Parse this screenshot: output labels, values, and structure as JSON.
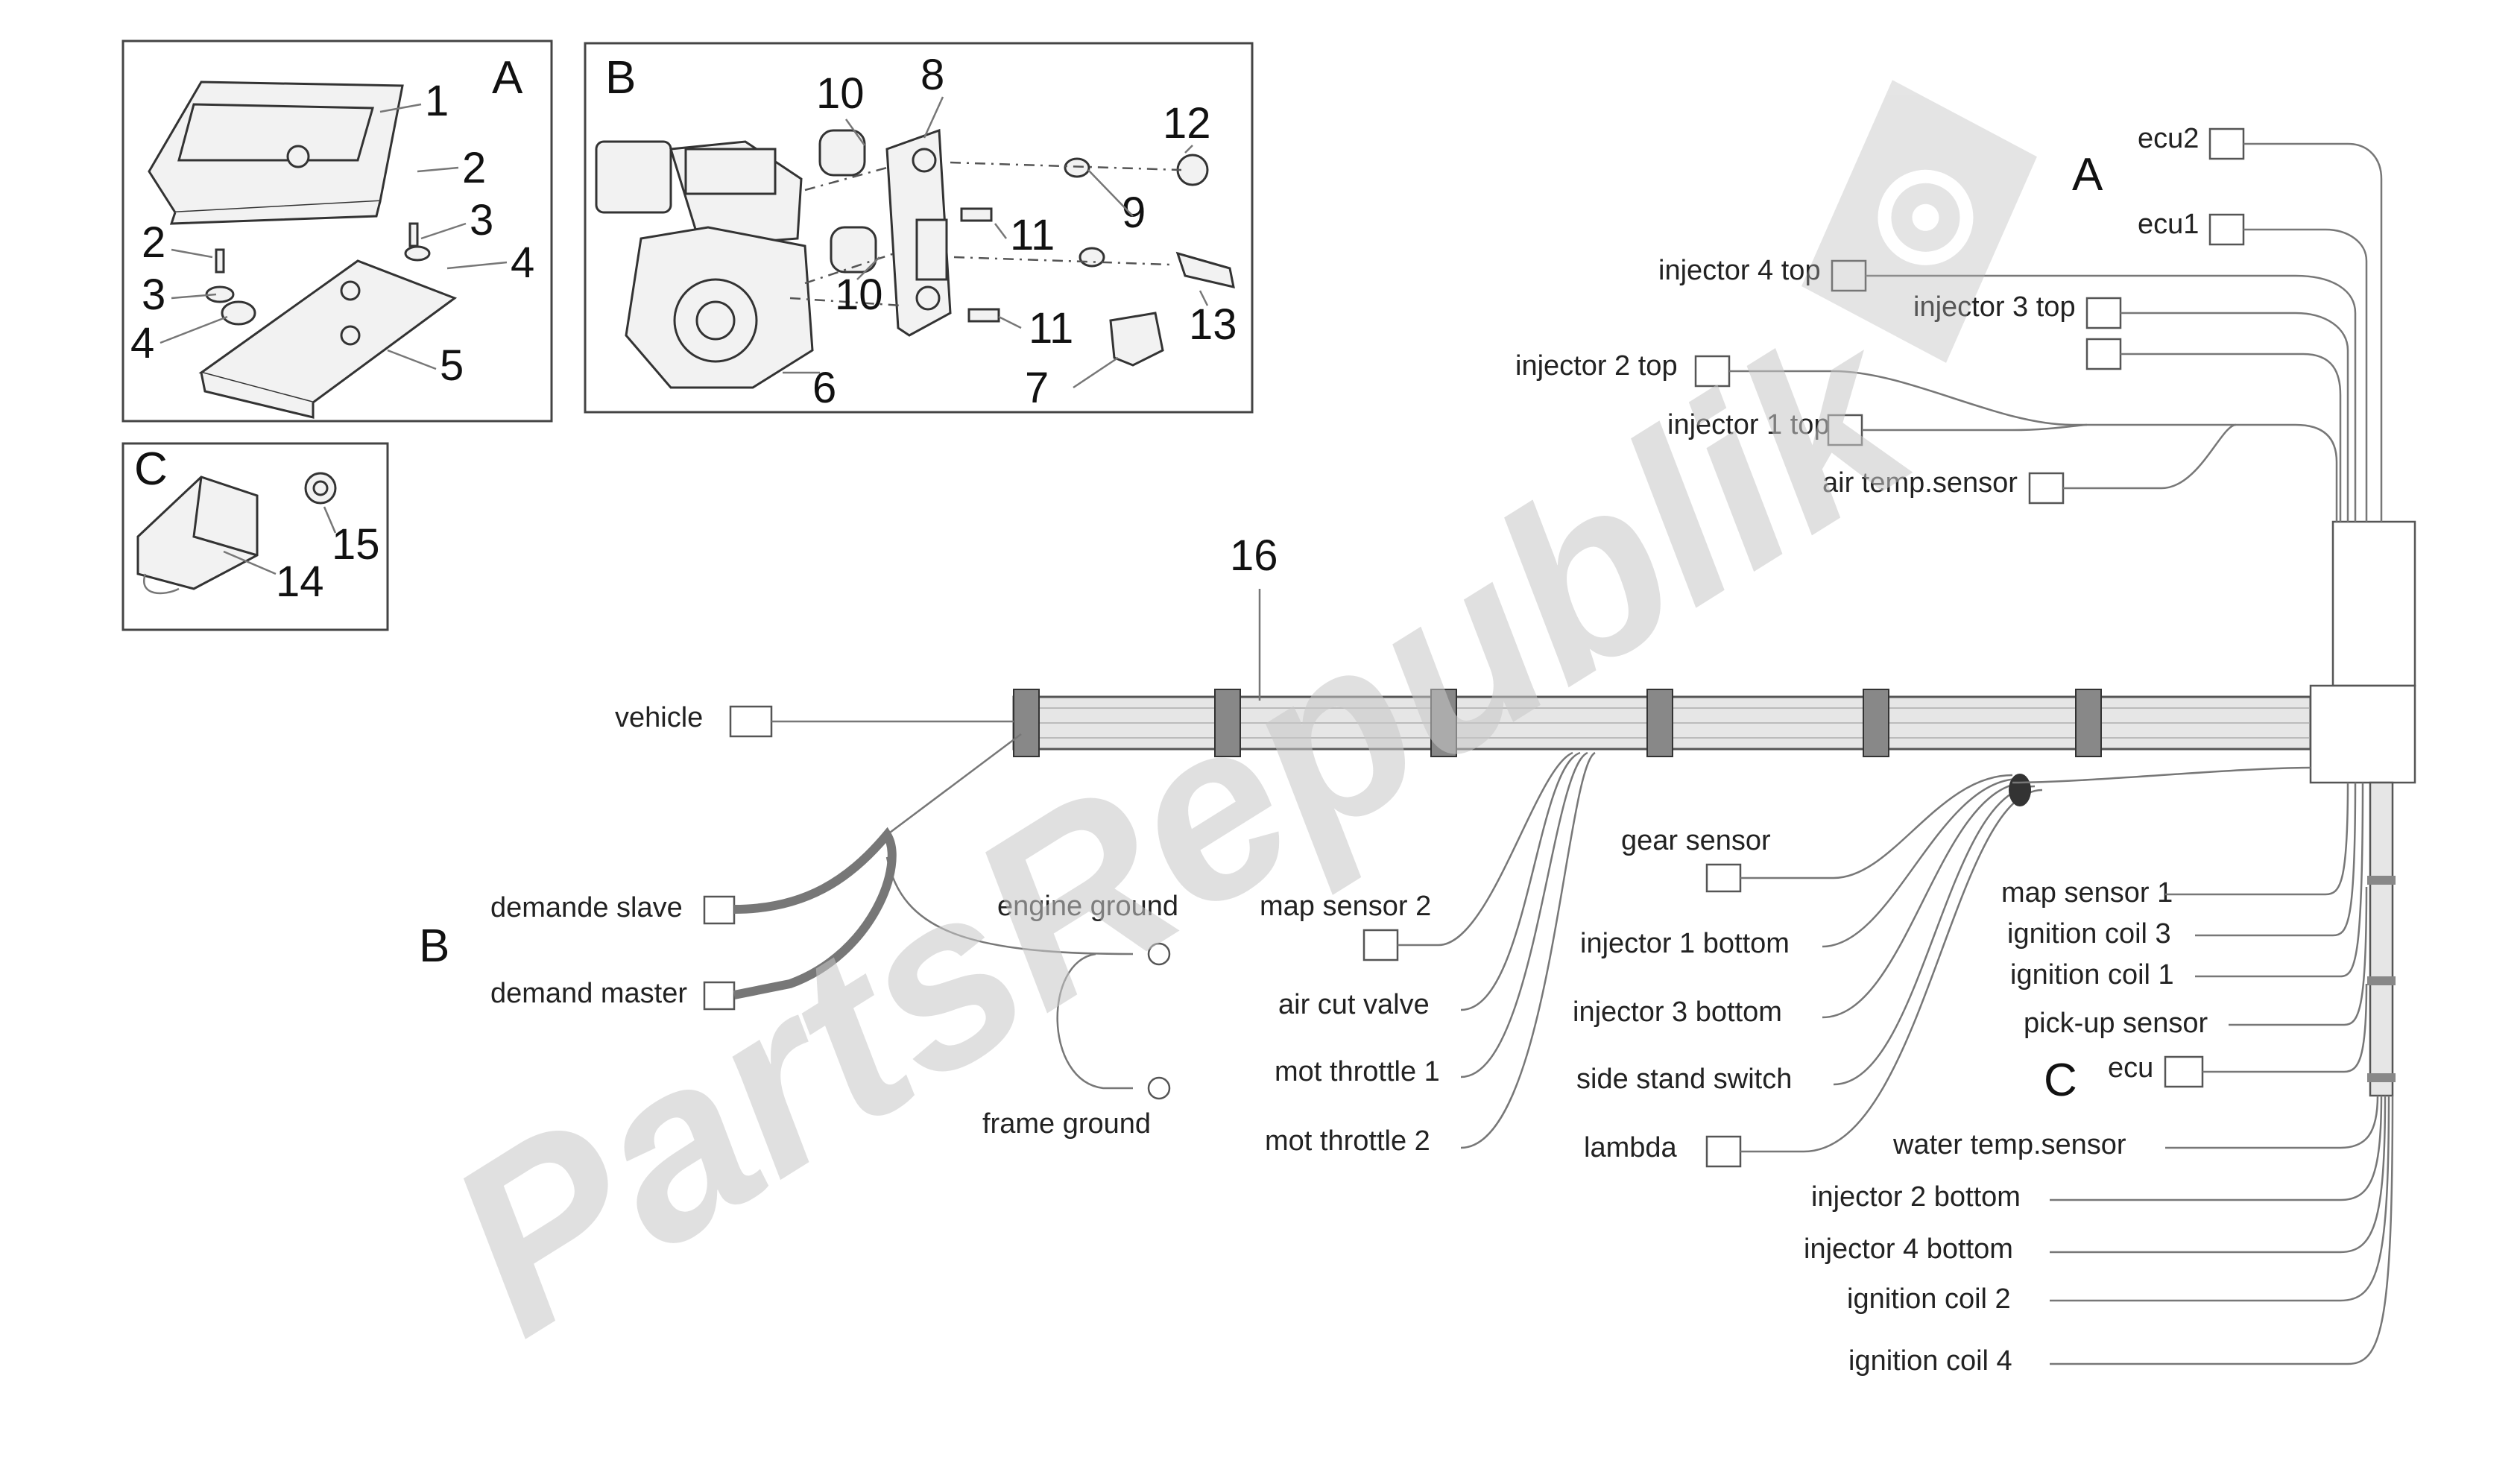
{
  "watermark": "PartsRepublik",
  "panels": {
    "a": {
      "label": "A",
      "parts": [
        "1",
        "2",
        "3",
        "4",
        "2",
        "3",
        "4",
        "5"
      ]
    },
    "b": {
      "label": "B",
      "parts": [
        "10",
        "8",
        "12",
        "9",
        "11",
        "10",
        "11",
        "13",
        "7",
        "6"
      ]
    },
    "c": {
      "label": "C",
      "parts": [
        "14",
        "15"
      ]
    }
  },
  "harness": {
    "part_number": "16",
    "section_a": "A",
    "section_b": "B",
    "section_c": "C",
    "connectors_top": [
      "ecu2",
      "ecu1",
      "injector 4 top",
      "injector 3 top",
      "injector 2 top",
      "injector 1 top",
      "air temp.sensor"
    ],
    "vehicle": "vehicle",
    "left_connectors": [
      "demande slave",
      "demand master",
      "engine ground",
      "frame ground"
    ],
    "middle_left": [
      "map sensor 2",
      "air cut valve",
      "mot throttle 1",
      "mot throttle 2"
    ],
    "middle_center": [
      "gear sensor",
      "injector 1 bottom",
      "injector 3 bottom",
      "side stand switch",
      "lambda"
    ],
    "right_connectors": [
      "map sensor 1",
      "ignition coil 3",
      "ignition coil 1",
      "pick-up sensor",
      "ecu"
    ],
    "bottom_right": [
      "water temp.sensor",
      "injector 2 bottom",
      "injector 4 bottom",
      "ignition coil 2",
      "ignition coil 4"
    ]
  }
}
